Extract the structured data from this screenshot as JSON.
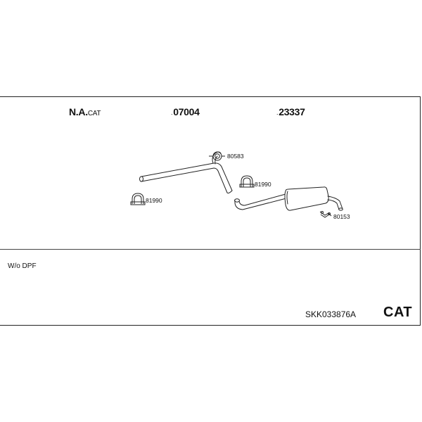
{
  "header": {
    "items": [
      {
        "main": "N.A.",
        "suffix": "CAT"
      },
      {
        "main": "07004",
        "prefix": "."
      },
      {
        "main": "23337",
        "prefix": "."
      }
    ]
  },
  "parts": [
    {
      "number": "80583",
      "icon": "clamp-ring-icon"
    },
    {
      "number": "81990",
      "icon": "u-bolt-clamp-icon"
    },
    {
      "number": "81990",
      "icon": "u-bolt-clamp-icon"
    },
    {
      "number": "80153",
      "icon": "hanger-bracket-icon"
    }
  ],
  "notes": {
    "variant": "W/o DPF"
  },
  "footer": {
    "kit_number": "SKK033876A",
    "badge": "CAT"
  }
}
